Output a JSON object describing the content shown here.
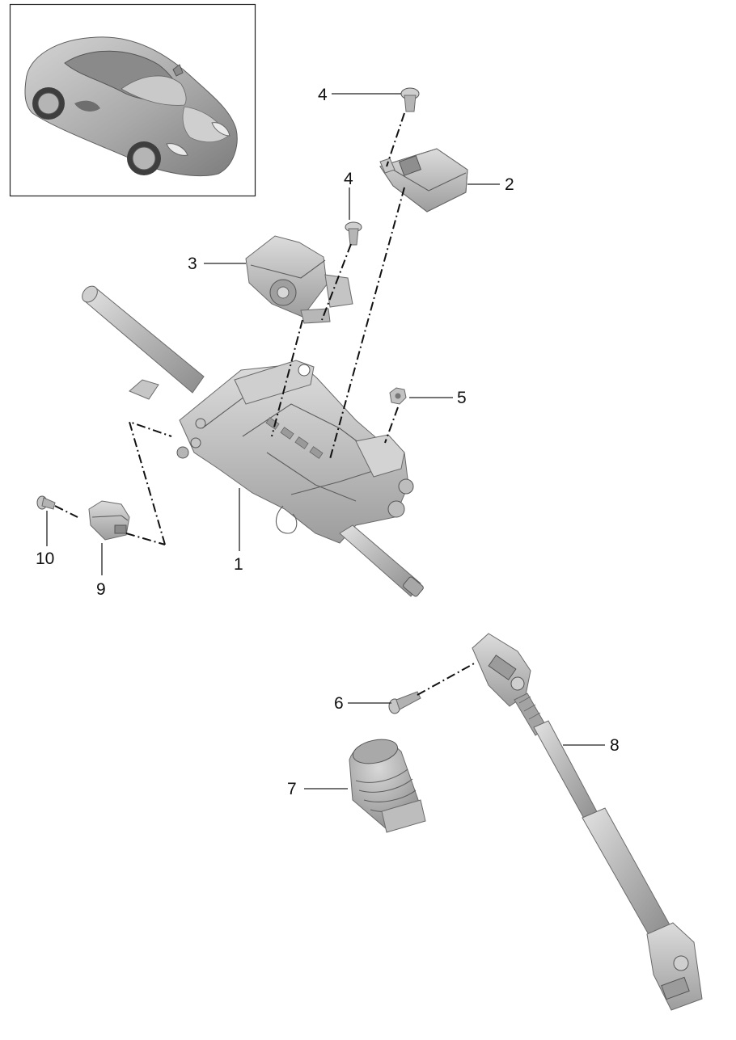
{
  "colors": {
    "background": "#ffffff",
    "line": "#222222",
    "part_light": "#d6d6d6",
    "part_mid": "#b9b9b9",
    "part_dark": "#8e8e8e",
    "car_body": "#a6a6a6"
  },
  "inset": {
    "icon": "car-overview-icon"
  },
  "callouts": [
    {
      "id": "c1",
      "label": "1"
    },
    {
      "id": "c2",
      "label": "2"
    },
    {
      "id": "c3",
      "label": "3"
    },
    {
      "id": "c4a",
      "label": "4"
    },
    {
      "id": "c4b",
      "label": "4"
    },
    {
      "id": "c5",
      "label": "5"
    },
    {
      "id": "c6",
      "label": "6"
    },
    {
      "id": "c7",
      "label": "7"
    },
    {
      "id": "c8",
      "label": "8"
    },
    {
      "id": "c9",
      "label": "9"
    },
    {
      "id": "c10",
      "label": "10"
    }
  ]
}
